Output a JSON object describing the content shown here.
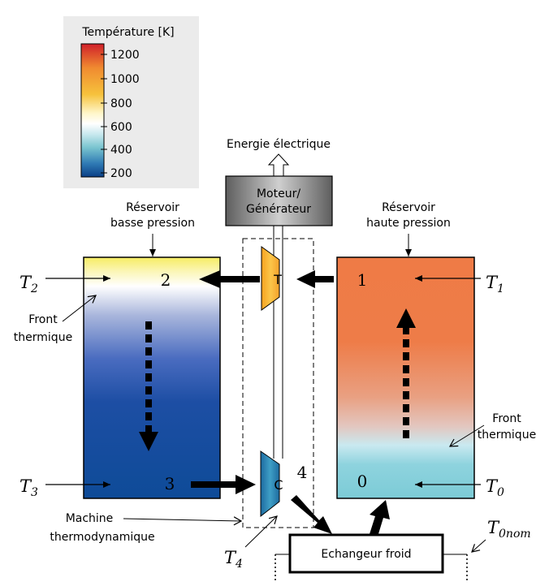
{
  "legend": {
    "title": "Température [K]",
    "ticks": [
      "1200",
      "1000",
      "800",
      "600",
      "400",
      "200"
    ],
    "colors": [
      "#d0202a",
      "#f08a30",
      "#f6c23c",
      "#fff6c8",
      "#ffffff",
      "#c8e8ee",
      "#79c4cf",
      "#2f7ab4",
      "#0a3f86"
    ]
  },
  "labels": {
    "energy": "Energie électrique",
    "motor_line1": "Moteur/",
    "motor_line2": "Générateur",
    "low_res_line1": "Réservoir",
    "low_res_line2": "basse pression",
    "high_res_line1": "Réservoir",
    "high_res_line2": "haute pression",
    "front_left_line1": "Front",
    "front_left_line2": "thermique",
    "front_right_line1": "Front",
    "front_right_line2": "thermique",
    "machine_line1": "Machine",
    "machine_line2": "thermodynamique",
    "exchanger": "Echangeur froid",
    "turbine": "T",
    "compressor": "C"
  },
  "points": {
    "p1": "1",
    "p2": "2",
    "p3": "3",
    "p4": "4",
    "p0": "0"
  },
  "temperatures": {
    "t1": {
      "base": "T",
      "sub": "1"
    },
    "t2": {
      "base": "T",
      "sub": "2"
    },
    "t3": {
      "base": "T",
      "sub": "3"
    },
    "t4": {
      "base": "T",
      "sub": "4"
    },
    "t0": {
      "base": "T",
      "sub": "0"
    },
    "t0nom": {
      "base": "T",
      "sub": "0nom"
    }
  }
}
